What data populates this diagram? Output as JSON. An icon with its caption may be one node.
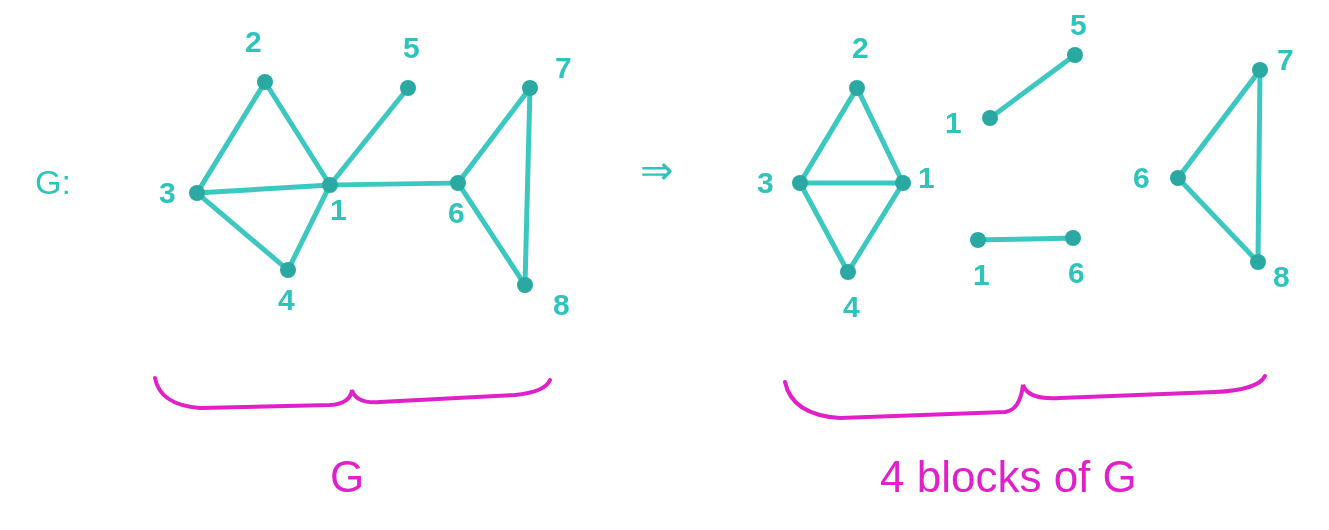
{
  "diagram": {
    "nodes": [
      {
        "text": [],
        "shape": "circle",
        "beside": [
          "2"
        ]
      },
      {
        "text": [],
        "shape": "circle",
        "beside": [
          "5"
        ]
      },
      {
        "text": [],
        "shape": "circle",
        "beside": [
          "7"
        ]
      },
      {
        "text": [],
        "shape": "circle",
        "beside": [
          "3"
        ]
      },
      {
        "text": [],
        "shape": "circle",
        "beside": [
          "1"
        ]
      },
      {
        "text": [],
        "shape": "circle",
        "beside": [
          "6"
        ]
      },
      {
        "text": [],
        "shape": "circle",
        "beside": [
          "4"
        ]
      },
      {
        "text": [],
        "shape": "circle",
        "beside": [
          "8"
        ]
      },
      {
        "text": [],
        "shape": "circle",
        "beside": [
          "2"
        ]
      },
      {
        "text": [],
        "shape": "circle",
        "beside": [
          "3"
        ]
      },
      {
        "text": [],
        "shape": "circle",
        "beside": [
          "1"
        ]
      },
      {
        "text": [],
        "shape": "circle",
        "beside": [
          "4"
        ]
      },
      {
        "text": [],
        "shape": "circle",
        "beside": [
          "1"
        ]
      },
      {
        "text": [],
        "shape": "circle",
        "beside": [
          "5"
        ]
      },
      {
        "text": [],
        "shape": "circle",
        "beside": [
          "1"
        ]
      },
      {
        "text": [],
        "shape": "circle",
        "beside": [
          "6"
        ]
      },
      {
        "text": [],
        "shape": "circle",
        "beside": [
          "7"
        ]
      },
      {
        "text": [],
        "shape": "circle",
        "beside": [
          "6"
        ]
      },
      {
        "text": [],
        "shape": "circle",
        "beside": [
          "8"
        ]
      }
    ],
    "edges": [
      {
        "from": 0,
        "to": 3,
        "arrow": "none"
      },
      {
        "from": 0,
        "to": 4,
        "arrow": "none"
      },
      {
        "from": 3,
        "to": 4,
        "arrow": "none"
      },
      {
        "from": 3,
        "to": 6,
        "arrow": "none"
      },
      {
        "from": 6,
        "to": 4,
        "arrow": "none"
      },
      {
        "from": 4,
        "to": 1,
        "arrow": "none"
      },
      {
        "from": 4,
        "to": 5,
        "arrow": "none"
      },
      {
        "from": 5,
        "to": 2,
        "arrow": "none"
      },
      {
        "from": 5,
        "to": 7,
        "arrow": "none"
      },
      {
        "from": 2,
        "to": 7,
        "arrow": "none"
      },
      {
        "from": 8,
        "to": 9,
        "arrow": "none"
      },
      {
        "from": 8,
        "to": 10,
        "arrow": "none"
      },
      {
        "from": 9,
        "to": 10,
        "arrow": "none"
      },
      {
        "from": 9,
        "to": 11,
        "arrow": "none"
      },
      {
        "from": 11,
        "to": 10,
        "arrow": "none"
      },
      {
        "from": 12,
        "to": 13,
        "arrow": "none"
      },
      {
        "from": 14,
        "to": 15,
        "arrow": "none"
      },
      {
        "from": 17,
        "to": 16,
        "arrow": "none"
      },
      {
        "from": 17,
        "to": 18,
        "arrow": "none"
      },
      {
        "from": 16,
        "to": 18,
        "arrow": "none"
      }
    ],
    "labels": [
      "G:",
      "⇒",
      "G",
      "4 blocks of G"
    ]
  }
}
